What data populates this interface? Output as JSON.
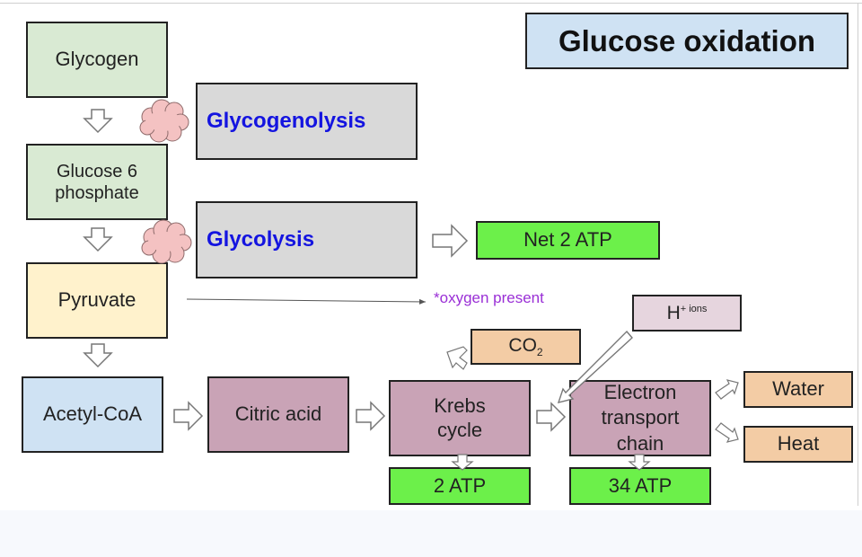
{
  "title": "Glucose oxidation",
  "nodes": {
    "glycogen": "Glycogen",
    "g6p_line1": "Glucose 6",
    "g6p_line2": "phosphate",
    "pyruvate": "Pyruvate",
    "acetyl": "Acetyl-CoA",
    "citric": "Citric acid",
    "krebs_line1": "Krebs",
    "krebs_line2": "cycle",
    "etc_line1": "Electron",
    "etc_line2": "transport",
    "etc_line3": "chain",
    "glycogenolysis": "Glycogenolysis",
    "glycolysis": "Glycolysis",
    "net_atp": "Net 2 ATP",
    "krebs_atp": "2 ATP",
    "etc_atp": "34 ATP",
    "co2_main": "CO",
    "co2_sub": "2",
    "h_main": "H",
    "h_sup": "+ ions",
    "water": "Water",
    "heat": "Heat"
  },
  "annotations": {
    "oxygen": "*oxygen present"
  },
  "colors": {
    "green": "#d9ead3",
    "yellow": "#fff2cc",
    "blue": "#cfe2f3",
    "mauve": "#c9a3b6",
    "gray": "#d9d9d9",
    "lime": "#6cf04a",
    "peach": "#f3cca5",
    "pink": "#e6d5de",
    "label_blue": "#1414e0",
    "annotation_purple": "#9a2fd6"
  }
}
